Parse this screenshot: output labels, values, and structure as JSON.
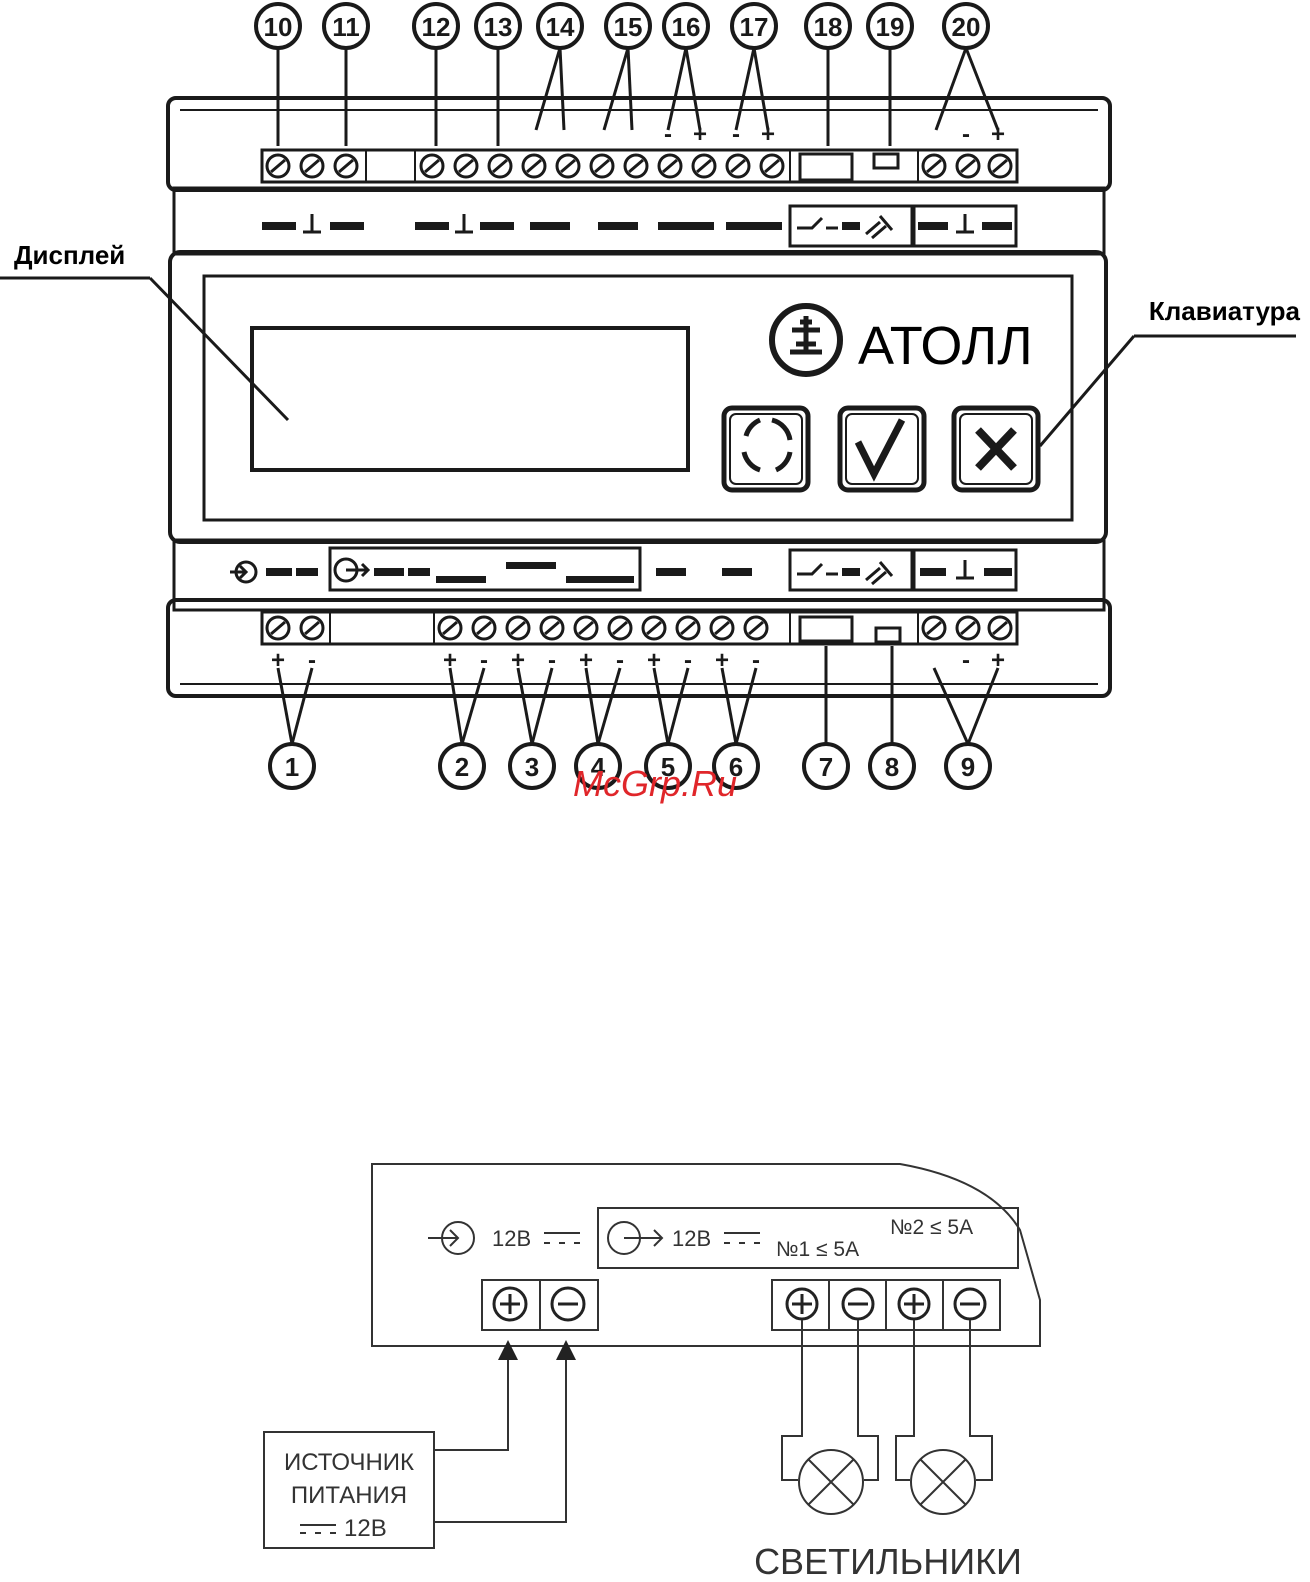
{
  "top_callouts": [
    "10",
    "11",
    "12",
    "13",
    "14",
    "15",
    "16",
    "17",
    "18",
    "19",
    "20"
  ],
  "bottom_callouts": [
    "1",
    "2",
    "3",
    "4",
    "5",
    "6",
    "7",
    "8",
    "9"
  ],
  "polarity": {
    "plus": "+",
    "minus": "-"
  },
  "labels": {
    "display": "Дисплей",
    "keyboard": "Клавиатура",
    "brand": "АТОЛЛ",
    "watermark": "McGrp.Ru"
  },
  "wiring": {
    "input_voltage": "12В",
    "output_voltage": "12В",
    "out1_limit": "№1 ≤ 5А",
    "out2_limit": "№2 ≤ 5А",
    "source_line1": "ИСТОЧНИК",
    "source_line2": "ПИТАНИЯ",
    "source_line3": "12В",
    "lamps": "СВЕТИЛЬНИКИ"
  },
  "colors": {
    "ink": "#1a1a1a",
    "watermark": "#e0262a"
  }
}
